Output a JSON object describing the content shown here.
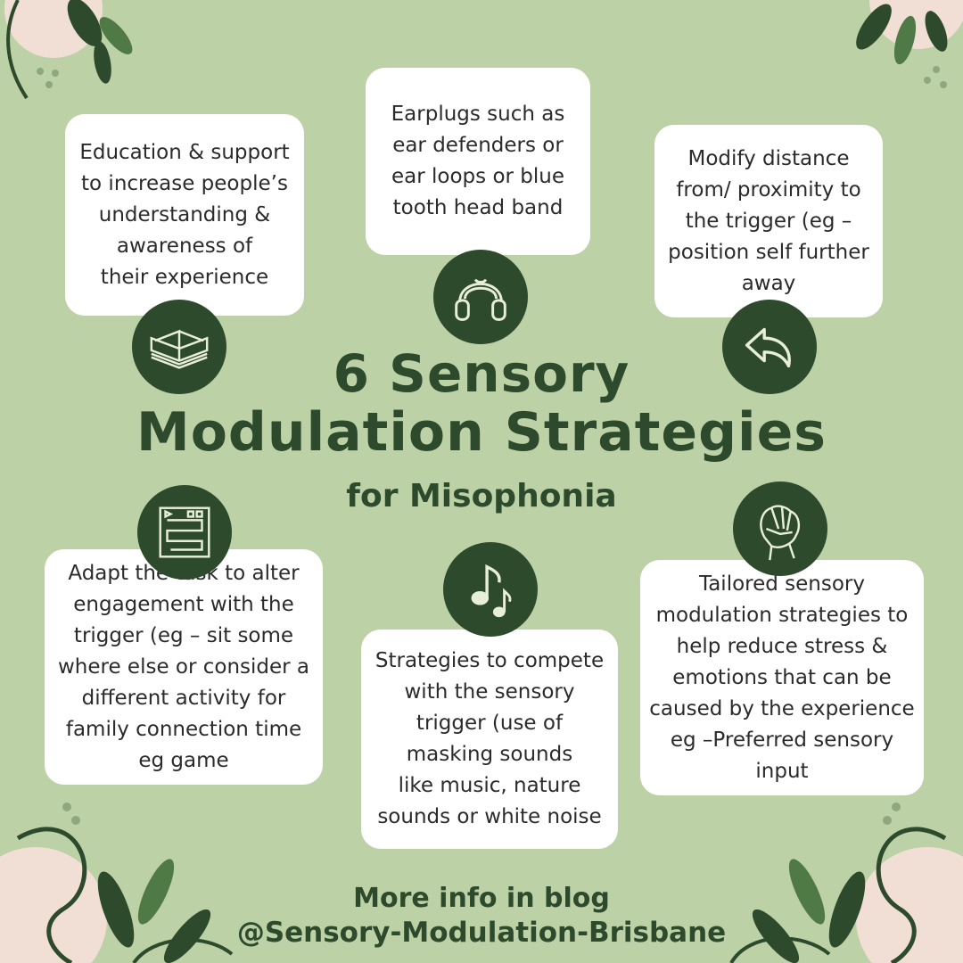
{
  "title": {
    "line1": "6 Sensory",
    "line2": "Modulation Strategies",
    "subtitle": "for Misophonia"
  },
  "cards": [
    {
      "text": "Education & support\nto increase people’s\nunderstanding &\nawareness of\ntheir experience",
      "icon": "book-icon"
    },
    {
      "text": "Earplugs such as\near defenders or\near loops or blue\ntooth head band",
      "icon": "headphones-icon"
    },
    {
      "text": "Modify distance\nfrom/ proximity to\nthe trigger (eg –\nposition self further\naway",
      "icon": "arrow-back-icon"
    },
    {
      "text": "Adapt the task to alter\nengagement with the\ntrigger (eg – sit some\nwhere else or consider a\ndifferent activity for\nfamily connection time\neg game",
      "icon": "board-game-icon"
    },
    {
      "text": "Strategies to compete\nwith the sensory\ntrigger (use of\nmasking sounds\nlike music, nature\nsounds or white noise",
      "icon": "music-note-icon"
    },
    {
      "text": "Tailored sensory\nmodulation strategies to\nhelp reduce stress &\nemotions that can be\ncaused by the experience\neg  –Preferred sensory\ninput",
      "icon": "stress-ball-icon"
    }
  ],
  "footer": {
    "line1": "More info in blog",
    "line2": "@Sensory-Modulation-Brisbane"
  },
  "colors": {
    "background": "#bdd1a6",
    "accent": "#2e4a2c",
    "card": "#ffffff",
    "blush": "#f1dfd6"
  }
}
